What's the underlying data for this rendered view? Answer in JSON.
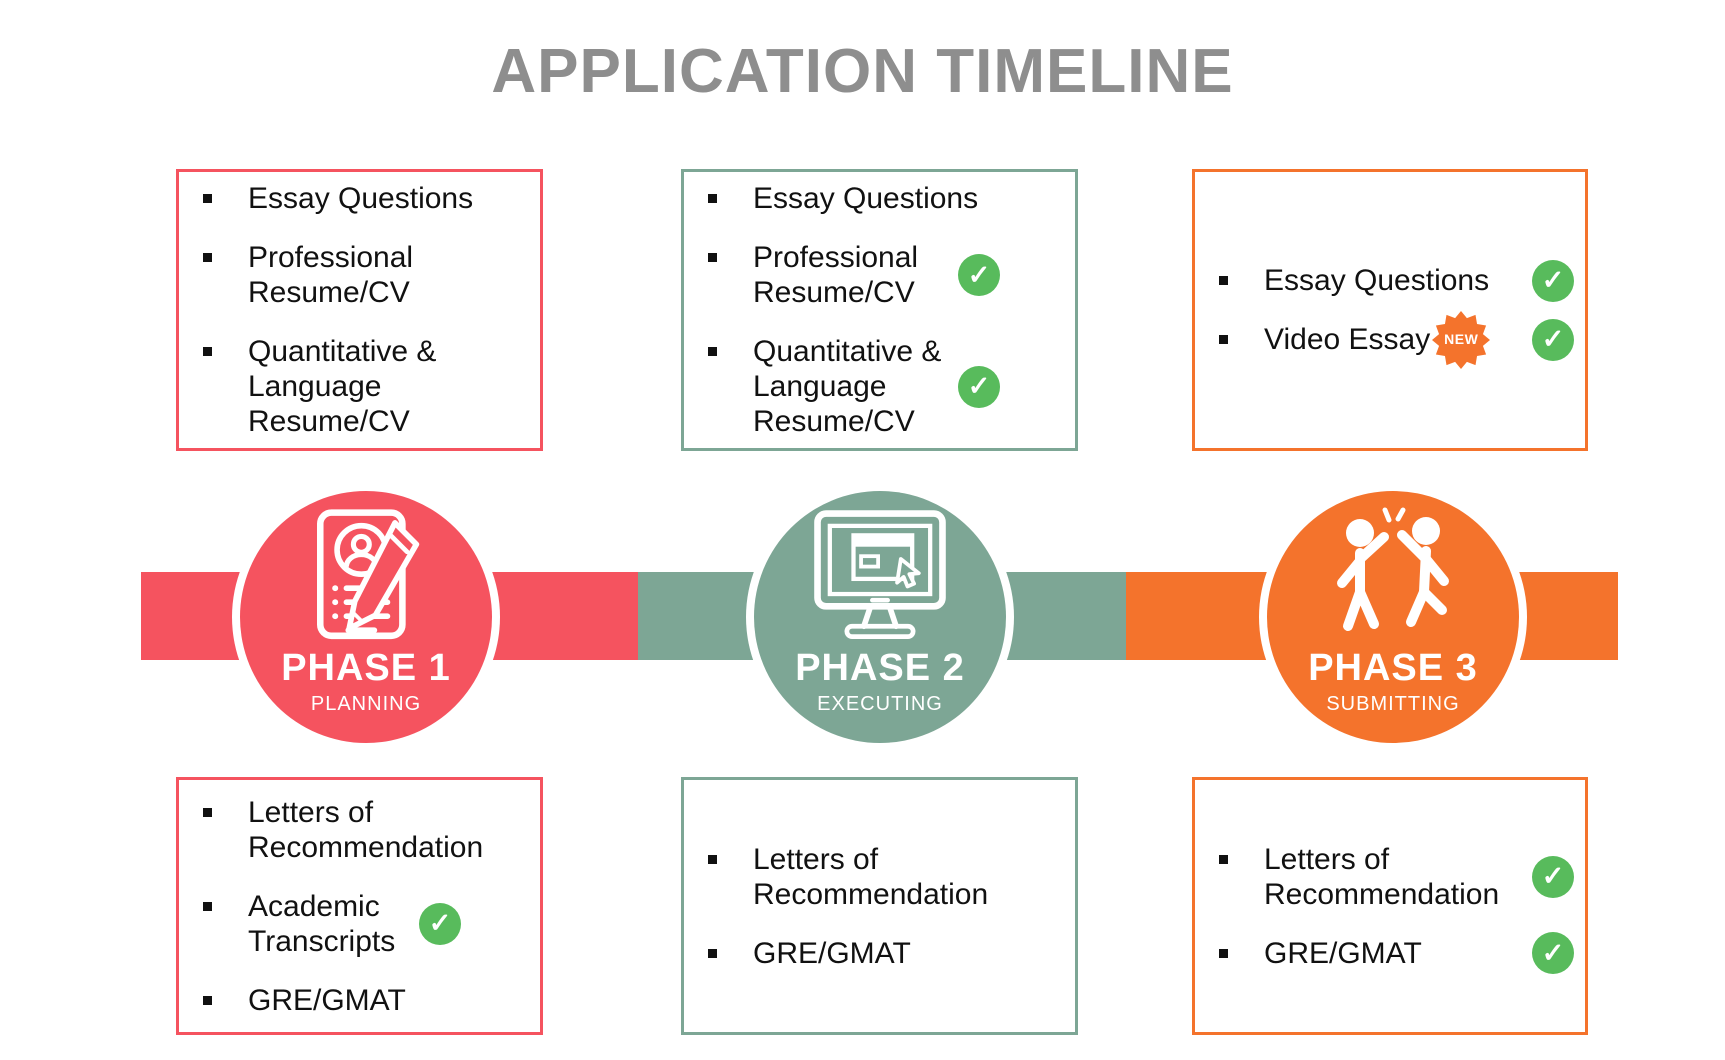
{
  "title": "APPLICATION TIMELINE",
  "colors": {
    "red": "#F5535F",
    "teal": "#7DA695",
    "orange": "#F4732C",
    "check-green": "#58BB5C",
    "title-gray": "#8E8E8E",
    "text": "#111111"
  },
  "icons": {
    "check": "✓"
  },
  "phases": [
    {
      "label": "PHASE 1",
      "sublabel": "PLANNING",
      "icon": "resume-pencil-icon",
      "top_box": {
        "items": [
          {
            "lines": [
              "Essay Questions"
            ],
            "checked": false
          },
          {
            "lines": [
              "Professional",
              "Resume/CV"
            ],
            "checked": false
          },
          {
            "lines": [
              "Quantitative &",
              "Language",
              "Resume/CV"
            ],
            "checked": false
          }
        ]
      },
      "bottom_box": {
        "items": [
          {
            "lines": [
              "Letters of",
              "Recommendation"
            ],
            "checked": false
          },
          {
            "lines": [
              "Academic",
              "Transcripts"
            ],
            "checked": true
          },
          {
            "lines": [
              "GRE/GMAT"
            ],
            "checked": false
          }
        ]
      }
    },
    {
      "label": "PHASE 2",
      "sublabel": "EXECUTING",
      "icon": "computer-monitor-icon",
      "top_box": {
        "items": [
          {
            "lines": [
              "Essay Questions"
            ],
            "checked": false
          },
          {
            "lines": [
              "Professional",
              "Resume/CV"
            ],
            "checked": true
          },
          {
            "lines": [
              "Quantitative &",
              "Language",
              "Resume/CV"
            ],
            "checked": true
          }
        ]
      },
      "bottom_box": {
        "items": [
          {
            "lines": [
              "Letters of",
              "Recommendation"
            ],
            "checked": false
          },
          {
            "lines": [
              "GRE/GMAT"
            ],
            "checked": false
          }
        ]
      }
    },
    {
      "label": "PHASE 3",
      "sublabel": "SUBMITTING",
      "icon": "high-five-icon",
      "top_box": {
        "items": [
          {
            "lines": [
              "Essay Questions"
            ],
            "checked": true
          },
          {
            "lines": [
              "Video Essay"
            ],
            "checked": true,
            "badge": "NEW"
          }
        ]
      },
      "bottom_box": {
        "items": [
          {
            "lines": [
              "Letters of",
              "Recommendation"
            ],
            "checked": true
          },
          {
            "lines": [
              "GRE/GMAT"
            ],
            "checked": true
          }
        ]
      }
    }
  ]
}
